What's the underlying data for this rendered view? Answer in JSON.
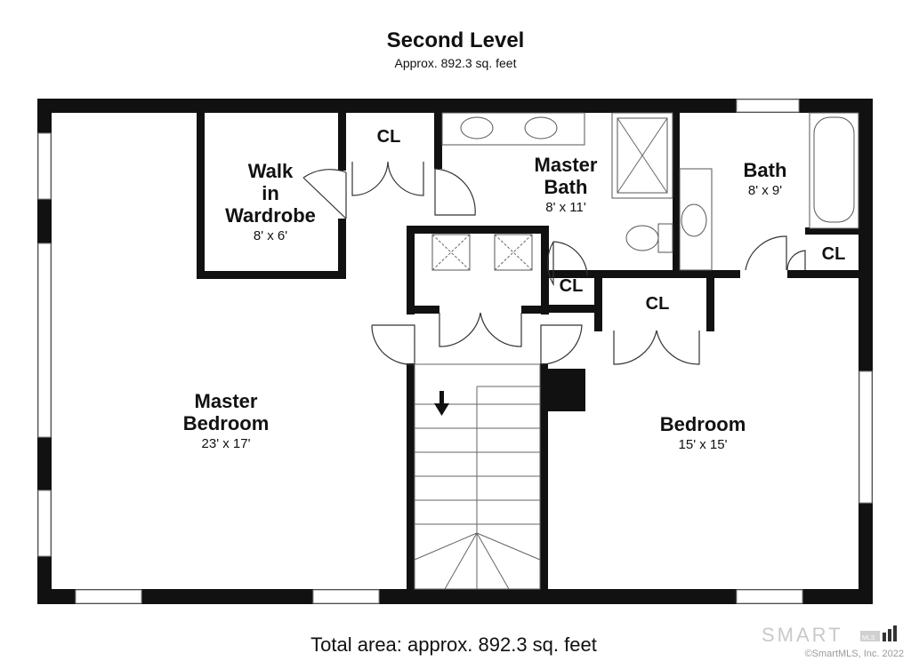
{
  "header": {
    "title": "Second Level",
    "subtitle": "Approx. 892.3 sq. feet"
  },
  "rooms": {
    "walk_in": {
      "line1": "Walk",
      "line2": "in",
      "line3": "Wardrobe",
      "dims": "8' x 6'"
    },
    "master_bath": {
      "line1": "Master",
      "line2": "Bath",
      "dims": "8' x 11'"
    },
    "bath": {
      "name": "Bath",
      "dims": "8' x 9'"
    },
    "master_bedroom": {
      "line1": "Master",
      "line2": "Bedroom",
      "dims": "23' x 17'"
    },
    "bedroom": {
      "name": "Bedroom",
      "dims": "15' x 15'"
    }
  },
  "closets": {
    "label": "CL"
  },
  "footer": {
    "total": "Total area: approx. 892.3 sq. feet"
  },
  "brand": {
    "logo_text": "SMART",
    "logo_sub": "MLS",
    "copyright": "©SmartMLS, Inc. 2022"
  },
  "icons": {
    "stairs_direction": "arrow-down-icon"
  }
}
